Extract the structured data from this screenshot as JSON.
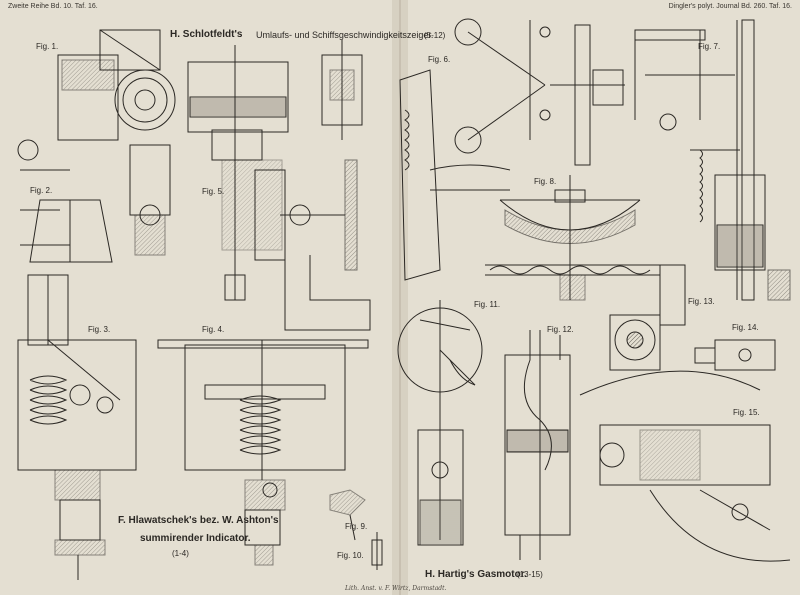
{
  "header": {
    "left": "Zweite Reihe Bd. 10. Taf. 16.",
    "right": "Dingler's polyt. Journal Bd. 260. Taf. 16."
  },
  "titles": {
    "schlotfeldt": "H. Schlotfeldt's",
    "schlotfeldt_sub": "Umlaufs- und Schiffsgeschwindigkeitszeiger.",
    "schlotfeldt_range": "(5-12)",
    "hlawatschek_1": "F. Hlawatschek's bez. W. Ashton's",
    "hlawatschek_2": "summirender Indicator.",
    "hlawatschek_range": "(1-4)",
    "hartig": "H. Hartig's Gasmotor.",
    "hartig_range": "(13-15)"
  },
  "figures": {
    "f1": "Fig. 1.",
    "f2": "Fig. 2.",
    "f3": "Fig. 3.",
    "f4": "Fig. 4.",
    "f5": "Fig. 5.",
    "f6": "Fig. 6.",
    "f7": "Fig. 7.",
    "f8": "Fig. 8.",
    "f9": "Fig. 9.",
    "f10": "Fig. 10.",
    "f11": "Fig. 11.",
    "f12": "Fig. 12.",
    "f13": "Fig. 13.",
    "f14": "Fig. 14.",
    "f15": "Fig. 15."
  },
  "footer": {
    "imprint": "Lith. Anst. v. F. Wirtz, Darmstadt."
  },
  "colors": {
    "paper": "#e4dfd2",
    "ink": "#2b2824",
    "liquid": "#9a958a"
  }
}
